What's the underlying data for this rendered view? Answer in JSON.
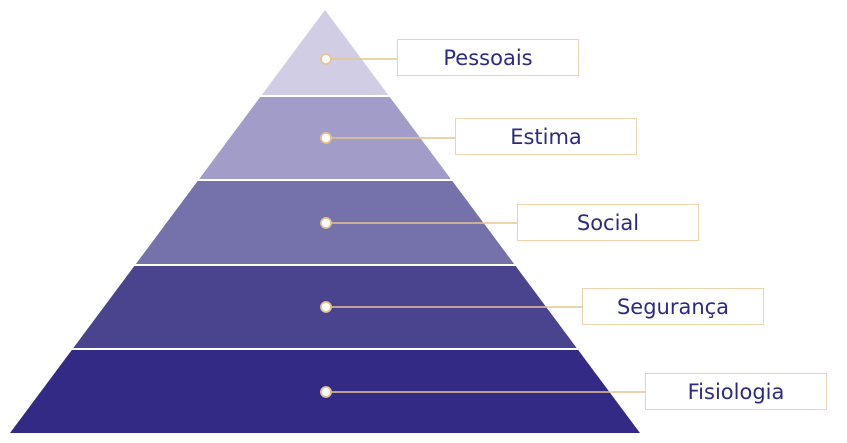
{
  "title": "Pirâmide de necessidades",
  "levels": [
    {
      "label": "Pessoais",
      "color": "#d0cde4"
    },
    {
      "label": "Estima",
      "color": "#a29cc8"
    },
    {
      "label": "Social",
      "color": "#7571ab"
    },
    {
      "label": "Segurança",
      "color": "#4a448f"
    },
    {
      "label": "Fisiologia",
      "color": "#322a84"
    }
  ],
  "connector_color": "#e8c391"
}
